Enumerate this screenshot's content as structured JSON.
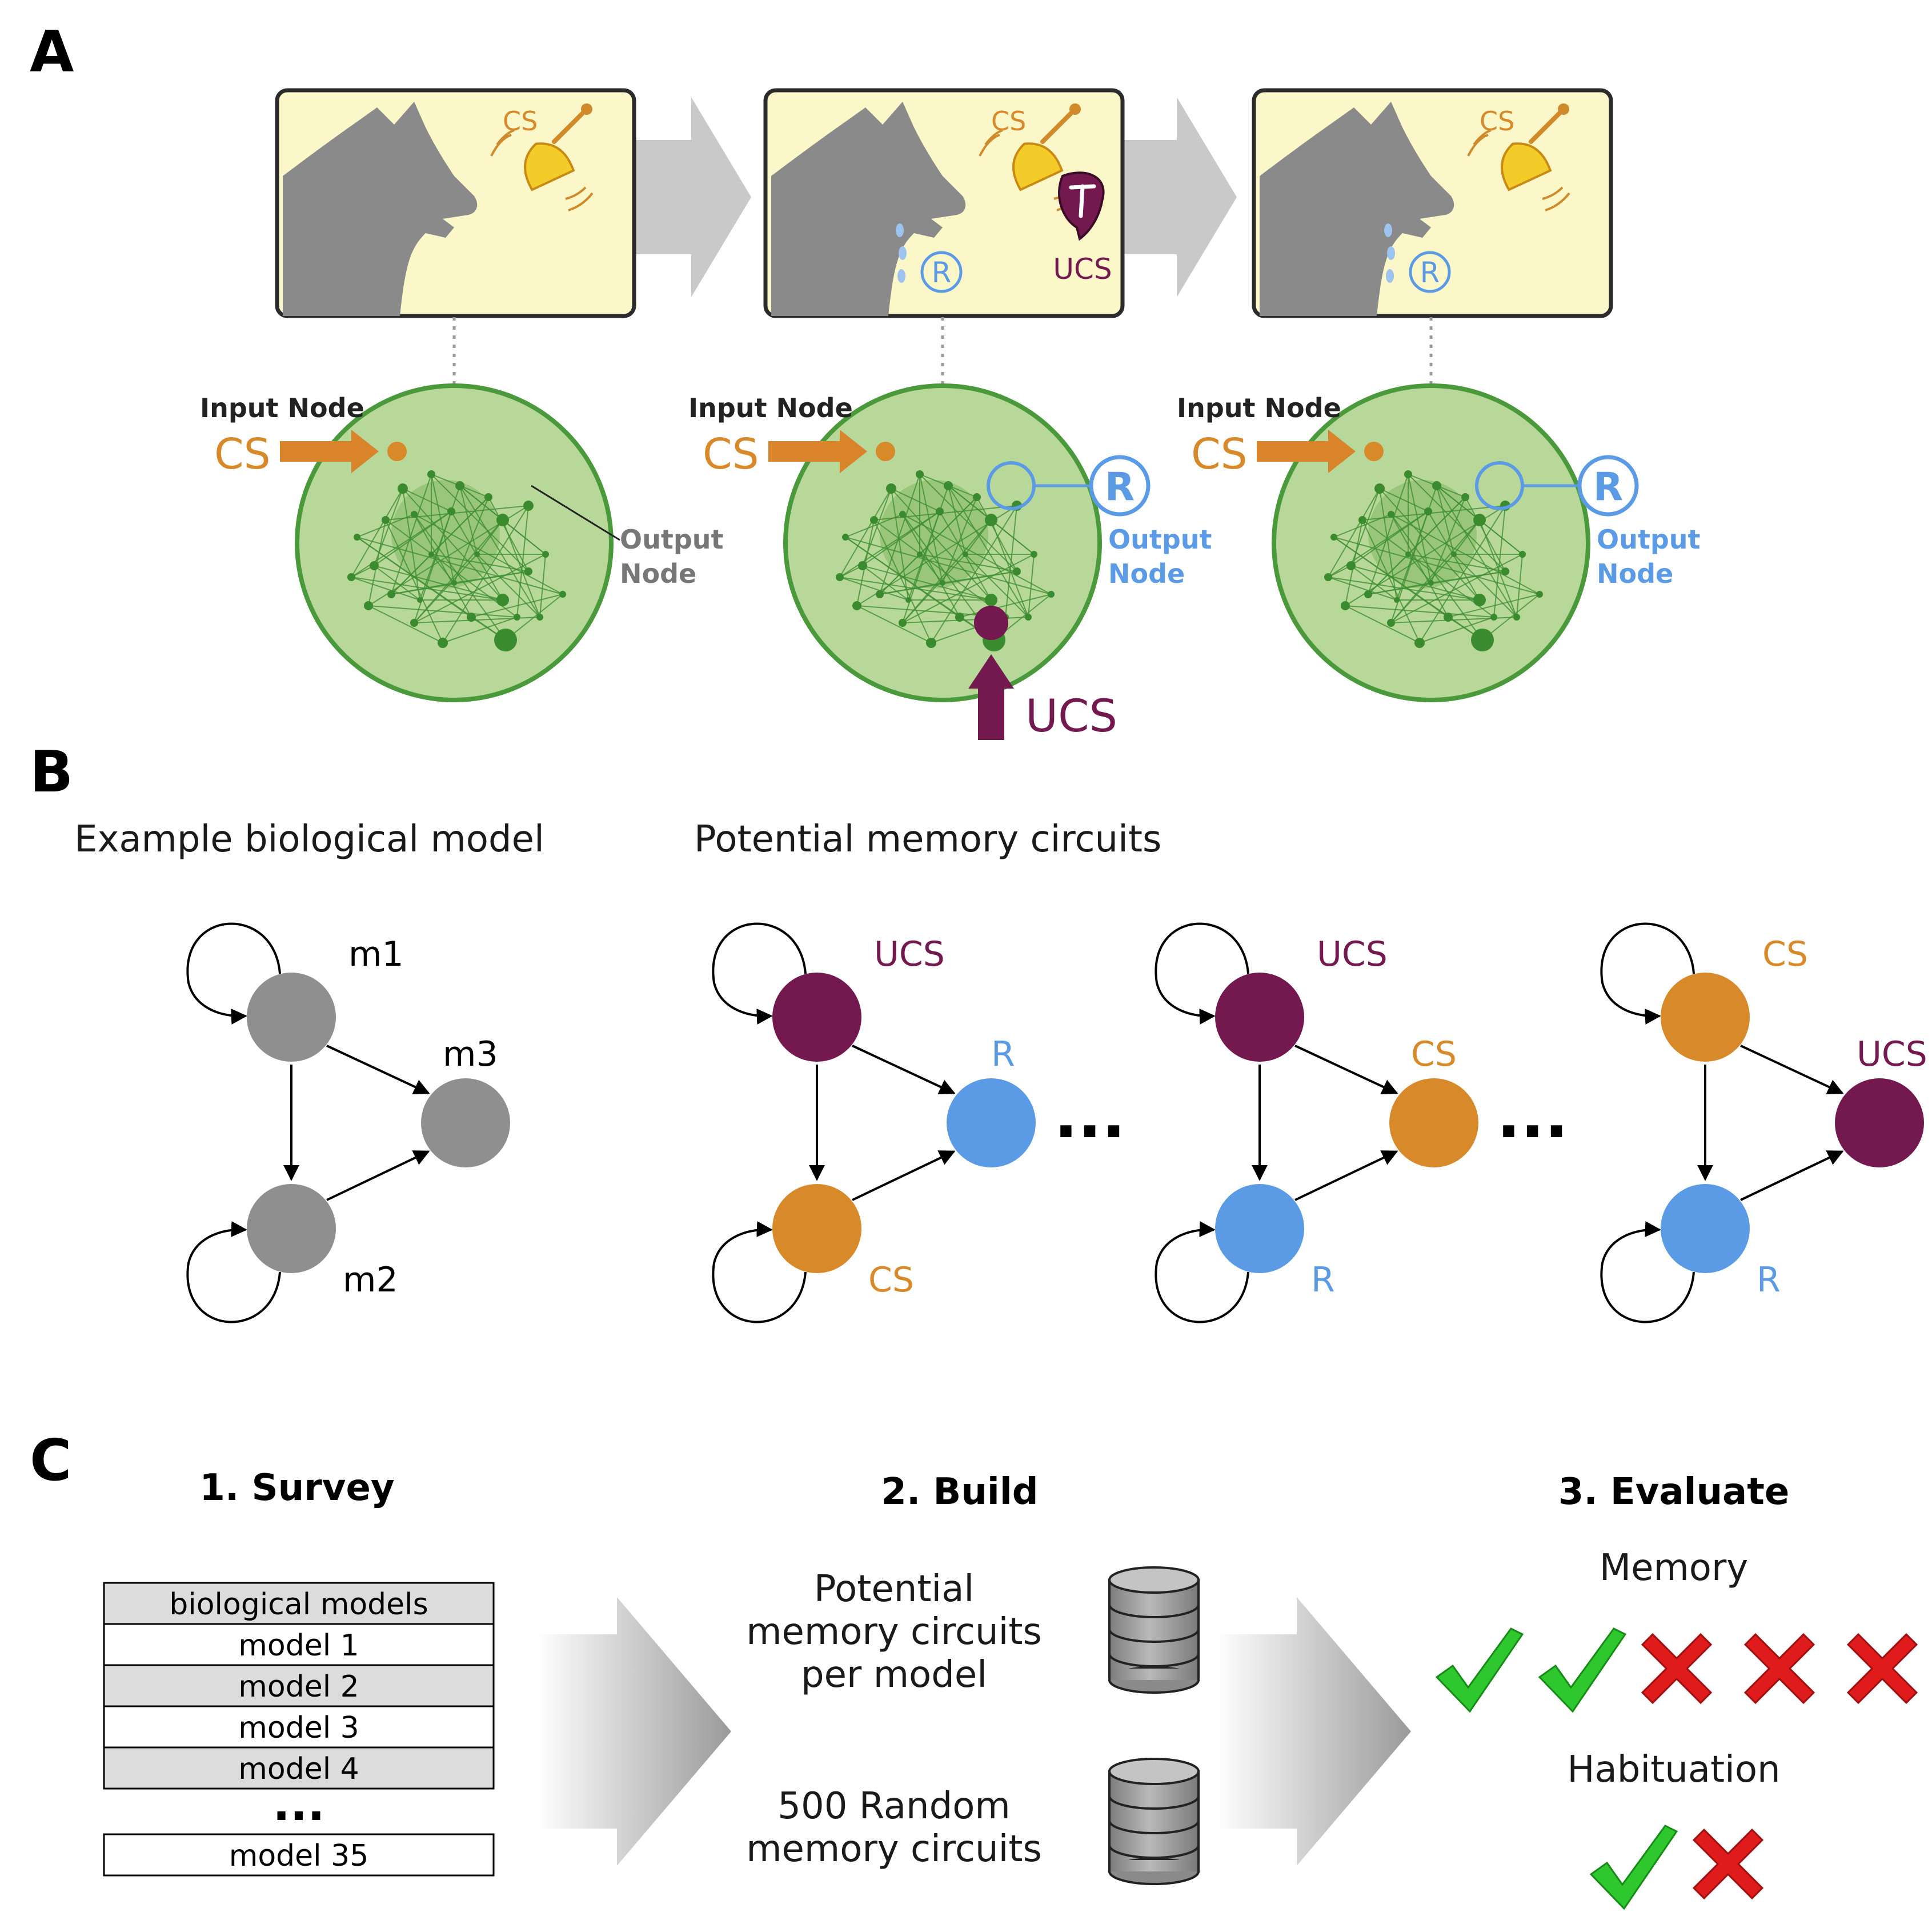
{
  "panels": {
    "a": "A",
    "b": "B",
    "c": "C"
  },
  "panel_a": {
    "frames": [
      {
        "cs": "CS",
        "ucs": "",
        "r": ""
      },
      {
        "cs": "CS",
        "ucs": "UCS",
        "r": "R"
      },
      {
        "cs": "CS",
        "ucs": "",
        "r": "R"
      }
    ],
    "networks": [
      {
        "input_title": "Input Node",
        "input_cs": "CS",
        "output_line1": "Output",
        "output_line2": "Node",
        "r": "",
        "ucs": ""
      },
      {
        "input_title": "Input Node",
        "input_cs": "CS",
        "output_line1": "Output",
        "output_line2": "Node",
        "r": "R",
        "ucs": "UCS"
      },
      {
        "input_title": "Input Node",
        "input_cs": "CS",
        "output_line1": "Output",
        "output_line2": "Node",
        "r": "R",
        "ucs": ""
      }
    ]
  },
  "panel_b": {
    "left_title": "Example biological model",
    "right_title": "Potential memory circuits",
    "ellipsis": "...",
    "bio_model": {
      "top": "m1",
      "right": "m3",
      "bottom": "m2"
    },
    "circuits": [
      {
        "top": "UCS",
        "right": "R",
        "bottom": "CS"
      },
      {
        "top": "UCS",
        "right": "CS",
        "bottom": "R"
      },
      {
        "top": "CS",
        "right": "UCS",
        "bottom": "R"
      }
    ]
  },
  "panel_c": {
    "step1": "1. Survey",
    "step2": "2. Build",
    "step3": "3. Evaluate",
    "table_header": "biological models",
    "table_rows": [
      "model 1",
      "model 2",
      "model 3",
      "model 4"
    ],
    "table_ellipsis": "...",
    "table_last": "model 35",
    "db1_line1": "Potential",
    "db1_line2": "memory circuits",
    "db1_line3": "per model",
    "db2_line1": "500 Random",
    "db2_line2": "memory circuits",
    "memory_label": "Memory",
    "habituation_label": "Habituation",
    "memory_results": [
      "check",
      "check",
      "cross",
      "cross",
      "cross"
    ],
    "habituation_results": [
      "check",
      "cross"
    ]
  },
  "colors": {
    "ucs": "#741950",
    "cs": "#D88A2A",
    "r": "#5B9BE6",
    "gray_node": "#8f8f8f",
    "network_fill": "#b8d89a",
    "network_stroke": "#4a9a3c",
    "frame_bg": "#fbf7c8",
    "check": "#2ec82e",
    "cross": "#e01b1b"
  }
}
